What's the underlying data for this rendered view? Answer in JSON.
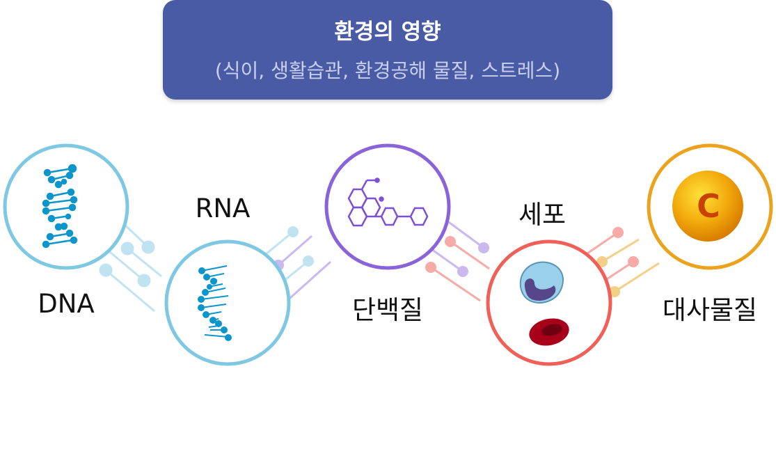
{
  "header": {
    "title": "환경의 영향",
    "subtitle": "(식이, 생활습관, 환경공해 물질, 스트레스)"
  },
  "nodes": [
    {
      "label": "DNA",
      "icon": "dna-icon",
      "color": "#7ec8e3"
    },
    {
      "label": "RNA",
      "icon": "rna-icon",
      "color": "#7ec8e3"
    },
    {
      "label": "단백질",
      "icon": "molecule-icon",
      "color": "#8a63d9"
    },
    {
      "label": "세포",
      "icon": "cell-icon",
      "color": "#f06059"
    },
    {
      "label": "대사물질",
      "icon": "vitamin-c-icon",
      "color": "#eba21c"
    }
  ],
  "metabolite_letter": "C"
}
